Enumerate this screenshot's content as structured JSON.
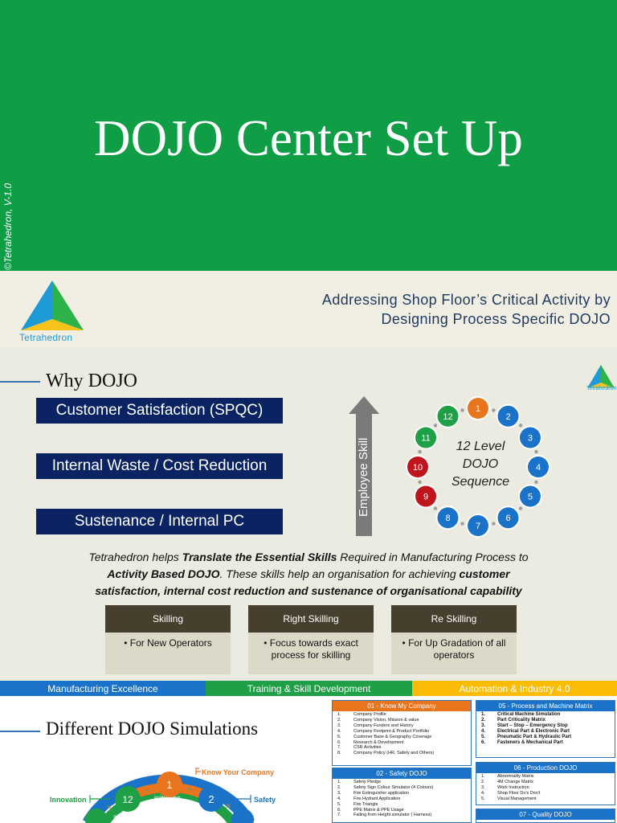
{
  "title": "DOJO Center Set Up",
  "copyright": "©Tetrahedron, V-1.0",
  "logo_text": "Tetrahedron",
  "tagline": {
    "line1": "Addressing Shop Floor’s Critical Activity  by",
    "line2": "Designing Process Specific DOJO"
  },
  "why": {
    "title": "Why DOJO",
    "boxes": [
      "Customer Satisfaction (SPQC)",
      "Internal Waste / Cost Reduction",
      "Sustenance / Internal PC"
    ],
    "arrow_label": "Employee Skill",
    "cycle_center": [
      "12 Level",
      "DOJO",
      "Sequence"
    ],
    "cycle_numbers": [
      "1",
      "2",
      "3",
      "4",
      "5",
      "6",
      "7",
      "8",
      "9",
      "10",
      "11",
      "12"
    ],
    "description": {
      "p1": "Tetrahedron helps ",
      "b1": "Translate the Essential Skills",
      "p2": " Required in Manufacturing Process to",
      "b2": "Activity Based DOJO",
      "p3": ". These skills help an organisation for achieving ",
      "b3": "customer",
      "b4": "satisfaction, internal cost reduction and sustenance of organisational capability"
    },
    "skills": [
      {
        "head": "Skilling",
        "body": "• For New Operators"
      },
      {
        "head": "Right Skilling",
        "body": "• Focus towards exact process for skilling"
      },
      {
        "head": "Re Skilling",
        "body": "• For Up Gradation of all operators"
      }
    ]
  },
  "banners": [
    "Manufacturing Excellence",
    "Training & Skill Development",
    "Automation & Industry 4.0"
  ],
  "simulations": {
    "title": "Different DOJO Simulations",
    "diagram_labels": {
      "know_your_company": "Know Your Company",
      "innovation": "Innovation",
      "safety": "Safety",
      "initiation": "initiation",
      "ance": "ance"
    },
    "panels": [
      {
        "title": "01 - Know My Company",
        "items": [
          "Company Profile",
          "Company Vision, Mission & value",
          "Company Funders and History",
          "Company Footprint & Product Portfolio",
          "Customer Base & Geography Coverage",
          "Research & Development",
          "CSR Activities",
          "Company Policy (HR, Safety and Others)"
        ]
      },
      {
        "title": "05 - Process and Machine Matrix",
        "items": [
          "Critical Machine Simulation",
          "Part Criticality Matrix",
          "Start – Stop – Emergency Stop",
          "Electrical Part & Electronic Part",
          "Pneumatic Part & Hydraulic Part",
          "Fasteners & Mechanical Part"
        ]
      },
      {
        "title": "02 - Safety DOJO",
        "items": [
          "Safety Pledge",
          "Safety Sign Colour Simulator (4 Colours)",
          "Fire Extinguisher application",
          "Fire Hydrant Application",
          "Fire Triangle",
          "PPE Matrix & PPE Usage",
          "Falling from Height simulator ( Harness)"
        ]
      },
      {
        "title": "06 - Production DOJO",
        "items": [
          "Abnormality Matrix",
          "4M Change Matrix",
          "Work Instruction",
          "Shop Floor Do's Don't",
          "Visual Management"
        ]
      },
      {
        "title": "07 - Quality DOJO",
        "items": []
      }
    ]
  },
  "colors": {
    "green": "#0f9d45",
    "navy": "#0a2463",
    "blue": "#1a73c8",
    "orange": "#e8741e",
    "red": "#c0141c",
    "banner_blue": "#1a73c8",
    "banner_green": "#1fa046",
    "banner_yellow": "#fbbc05"
  }
}
